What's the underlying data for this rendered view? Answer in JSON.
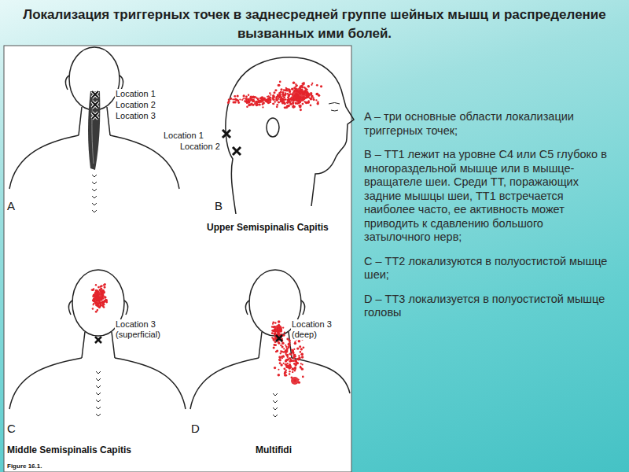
{
  "diagram": {
    "title": "Локализация триггерных точек в заднесредней группе шейных мышц и распределение вызванных ими болей.",
    "labels": [
      "Location 1",
      "Location 2",
      "Location 3",
      "A",
      "Location 1",
      "Location 2",
      "B",
      "Upper Semispinalis Capitis",
      "Location 3 (superficial)",
      "C",
      "Middle Semispinalis Capitis",
      "Location 3 (deep)",
      "D",
      "Multifidi",
      "Figure 16.1.",
      "A – три основные области локализации триггерных точек;",
      "B – ТТ1 лежит на уровне С4 или С5 глубоко в многораздельной мышце или в мышце-вращателе шеи. Среди ТТ, поражающих задние мышцы шеи, ТТ1 встречается наиболее часто, ее активность может приводить к сдавлению большого затылочного нерв;",
      "C – ТТ2 локализуются в полуостистой мышце шеи;",
      "D – ТТ3 локализуется в полуостистой мышце головы"
    ]
  }
}
